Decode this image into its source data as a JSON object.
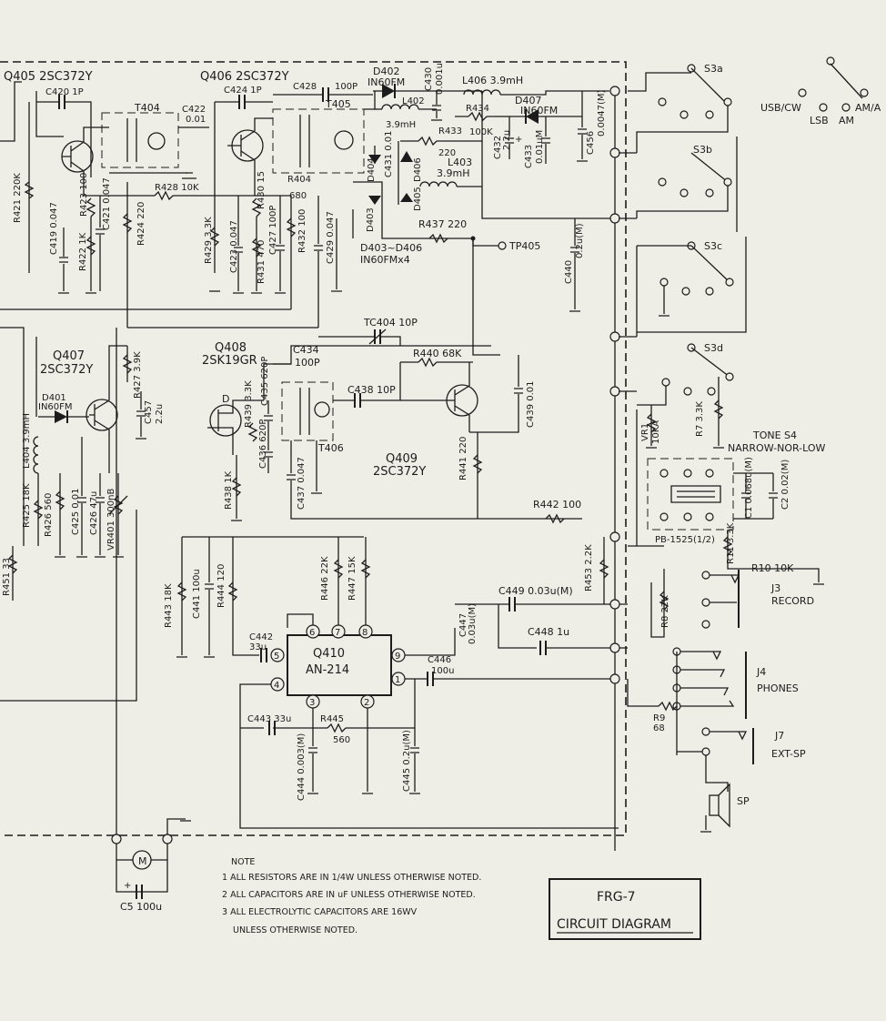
{
  "transistors": {
    "q405": "Q405 2SC372Y",
    "q406": "Q406 2SC372Y",
    "q407_a": "Q407",
    "q407_b": "2SC372Y",
    "q408_a": "Q408",
    "q408_b": "2SK19GR",
    "q409_a": "Q409",
    "q409_b": "2SC372Y",
    "q410_a": "Q410",
    "q410_b": "AN-214"
  },
  "ic_pins": [
    "6",
    "7",
    "8",
    "9",
    "1",
    "2",
    "3",
    "4",
    "5"
  ],
  "components": {
    "c420": "C420 1P",
    "c424": "C424 1P",
    "c428": "C428",
    "c428v": "100P",
    "t404": "T404",
    "t405": "T405",
    "t406": "T406",
    "c422a": "C422",
    "c422b": "0.01",
    "d402a": "D402",
    "d402b": "IN60FM",
    "l402": "L402",
    "l402v": "3.9mH",
    "c430a": "C430",
    "c430b": "0.001u",
    "l406": "L406 3.9mH",
    "r434a": "R434",
    "r434b": "100K",
    "d407a": "D407",
    "d407b": "IN60FM",
    "r433": "R433",
    "r433v": "220",
    "c432a": "C432",
    "c432b": "2.2u",
    "c433a": "C433",
    "c433b": "0.01uM",
    "c456a": "C456",
    "c456b": "0.0047(M)",
    "l403": "L403",
    "l403v": "3.9mH",
    "d404": "D404",
    "c431": "C431 0.01",
    "d406": "D406",
    "d405": "D405",
    "d403": "D403",
    "r437": "R437 220",
    "d403_406a": "D403~D406",
    "d403_406b": "IN60FMx4",
    "tp405": "TP405",
    "c440a": "C440",
    "c440b": "0.2u(M)",
    "r404a": "R404",
    "r404b": "680",
    "r428": "R428 10K",
    "r421": "R421 220K",
    "r423": "R423 100",
    "c421": "C421 0.047",
    "r422": "R422 1K",
    "c419": "C419 0.047",
    "r424": "R424 220",
    "r429": "R429 3.3K",
    "c423": "C423 0.047",
    "r430": "R430 15",
    "r431": "R431 470",
    "c427": "C427 100P",
    "r432": "R432 100",
    "c429": "C429 0.047",
    "tc404": "TC404 10P",
    "c434a": "C434",
    "c434b": "100P",
    "r440": "R440 68K",
    "r427": "R427 3.9K",
    "c457a": "C457",
    "c457b": "2.2u",
    "d401a": "D401",
    "d401b": "IN60FM",
    "l404": "L404 3.9mH",
    "r425": "R425 18K",
    "r426": "R426 560",
    "c425": "C425 0.01",
    "c426": "C426 47u",
    "vr401": "VR401 300nB",
    "r451": "R451 33",
    "c435": "C435 620P",
    "r439": "R439 3.3K",
    "c436": "C436 620P",
    "r438": "R438 1K",
    "c438": "C438 10P",
    "c439": "C439 0.01",
    "r441": "R441 220",
    "c437": "C437 0.047",
    "r442": "R442 100",
    "r443": "R443 18K",
    "c441": "C441 100u",
    "r444": "R444 120",
    "c442a": "C442",
    "c442b": "33u",
    "r446": "R446 22K",
    "r447": "R447 15K",
    "c449": "C449 0.03u(M)",
    "c447a": "C447",
    "c447b": "0.03u(M)",
    "c448": "C448 1u",
    "c446a": "C446",
    "c446b": "100u",
    "c443": "C443 33u",
    "r445a": "R445",
    "r445b": "560",
    "c444": "C444 0.003(M)",
    "c445": "C445 0.2u(M)",
    "r453": "R453 2.2K",
    "vr1a": "VR1",
    "vr1b": "10KA",
    "r7": "R7 3.3K",
    "c1": "C1 0.068u(M)",
    "c2": "C2 0.02(M)",
    "pb": "PB-1525(1/2)",
    "r11": "R11 3.3K",
    "r10": "R10 10K",
    "r8": "R8 22K",
    "r9a": "R9",
    "r9b": "68",
    "c5": "C5 100u",
    "motor": "M",
    "d_label": "D"
  },
  "switches": {
    "s3a": "S3a",
    "s3b": "S3b",
    "s3c": "S3c",
    "s3d": "S3d",
    "usb_cw": "USB/CW",
    "lsb": "LSB",
    "am": "AM",
    "am_a": "AM/A",
    "tone_a": "TONE S4",
    "tone_b": "NARROW-NOR-LOW"
  },
  "jacks": {
    "j3a": "J3",
    "j3b": "RECORD",
    "j4a": "J4",
    "j4b": "PHONES",
    "j7a": "J7",
    "j7b": "EXT-SP",
    "sp": "SP"
  },
  "notes": {
    "heading": "NOTE",
    "line1": "1 ALL RESISTORS ARE IN 1/4W UNLESS OTHERWISE NOTED.",
    "line2": "2 ALL CAPACITORS ARE IN uF UNLESS OTHERWISE NOTED.",
    "line3": "3 ALL ELECTROLYTIC CAPACITORS ARE 16WV",
    "line4": "UNLESS OTHERWISE NOTED."
  },
  "title_block": {
    "model": "FRG-7",
    "title": "CIRCUIT DIAGRAM"
  }
}
